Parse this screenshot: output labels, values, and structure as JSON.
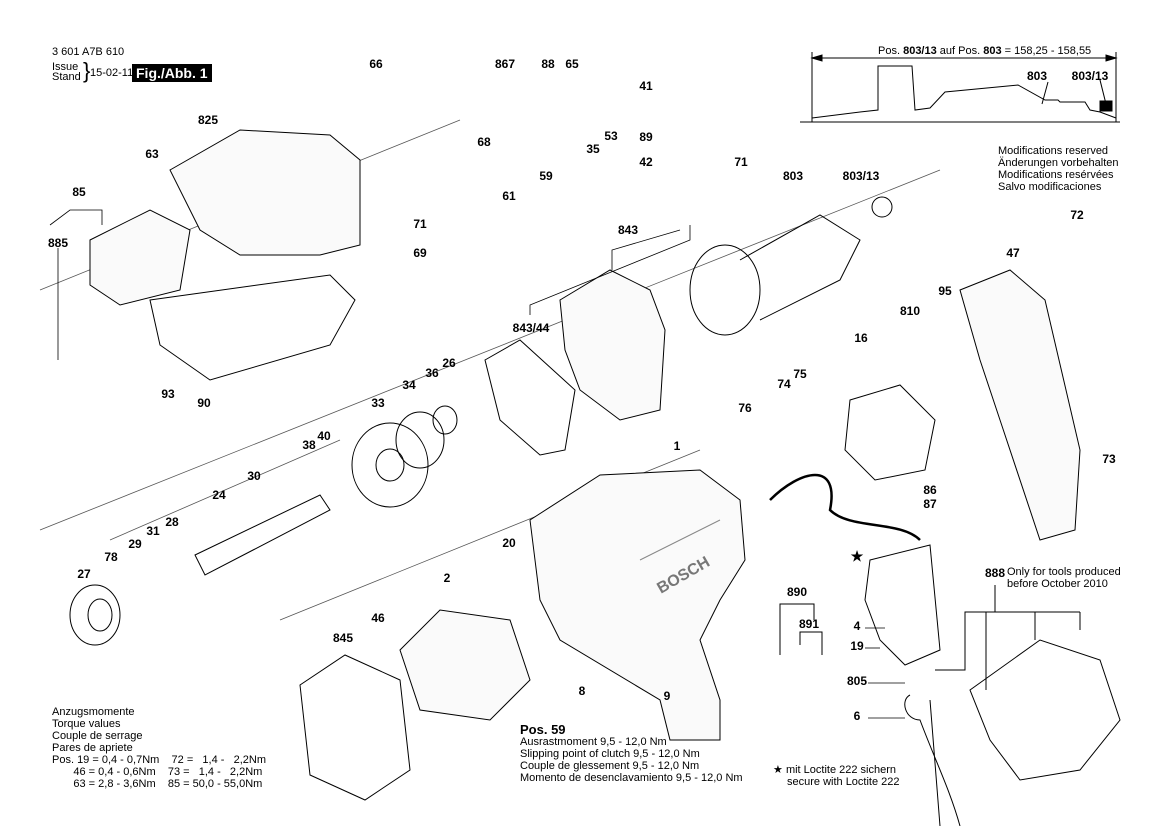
{
  "header": {
    "part_number": "3 601 A7B 610",
    "issue_label": "Issue",
    "stand_label": "Stand",
    "date": "15-02-11",
    "figure_label": "Fig./Abb. 1"
  },
  "dimension_note": {
    "prefix": "Pos. ",
    "pos_a": "803/13",
    "middle": " auf Pos. ",
    "pos_b": "803",
    "value": " = 158,25 - 158,55",
    "callout_a": "803",
    "callout_b": "803/13"
  },
  "modifications": [
    "Modifications reserved",
    "Änderungen vorbehalten",
    "Modifications resérvées",
    "Salvo modificaciones"
  ],
  "torque": {
    "lines": [
      "Anzugsmomente",
      "Torque values",
      "Couple de serrage",
      "Pares de apriete"
    ],
    "rows": [
      "Pos. 19 = 0,4 - 0,7Nm    72 =   1,4 -   2,2Nm",
      "       46 = 0,4 - 0,6Nm    73 =   1,4 -   2,2Nm",
      "       63 = 2,8 - 3,6Nm    85 = 50,0 - 55,0Nm"
    ]
  },
  "pos59": {
    "title": "Pos. 59",
    "lines": [
      "Ausrastmoment  9,5 - 12,0 Nm",
      "Slipping point of clutch  9,5 - 12,0 Nm",
      "Couple de glessement  9,5 - 12,0 Nm",
      "Momento de desenclavamiento  9,5 - 12,0 Nm"
    ]
  },
  "loctite": {
    "star": "★",
    "line1": "mit Loctite 222 sichern",
    "line2": "secure with Loctite 222"
  },
  "note888": {
    "number": "888",
    "line1": "Only for tools produced",
    "line2": "before October 2010"
  },
  "brand_on_housing": "BOSCH",
  "parts": [
    "66",
    "867",
    "88",
    "65",
    "41",
    "825",
    "63",
    "68",
    "53",
    "35",
    "89",
    "42",
    "71",
    "803",
    "803/13",
    "59",
    "61",
    "85",
    "885",
    "71",
    "69",
    "843",
    "72",
    "47",
    "95",
    "810",
    "843/44",
    "16",
    "26",
    "36",
    "34",
    "33",
    "93",
    "90",
    "74",
    "75",
    "76",
    "40",
    "38",
    "30",
    "1",
    "73",
    "24",
    "86",
    "87",
    "28",
    "31",
    "29",
    "78",
    "27",
    "20",
    "2",
    "890",
    "891",
    "46",
    "845",
    "4",
    "19",
    "805",
    "6",
    "8",
    "9",
    "★"
  ]
}
